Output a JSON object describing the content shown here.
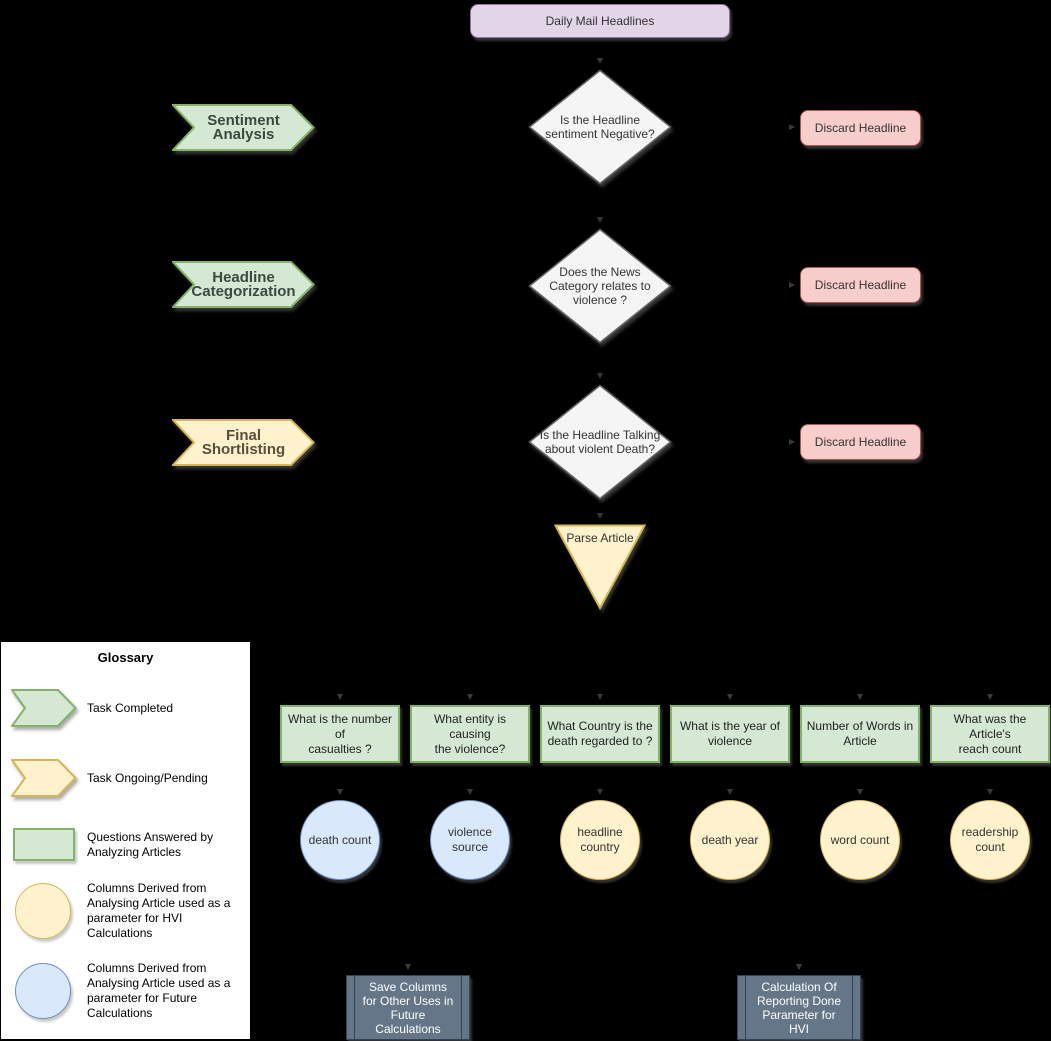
{
  "colors": {
    "bg": "#000000",
    "purple-fill": "#E1D5E7",
    "purple-stroke": "#9673A6",
    "green-fill": "#D5E8D4",
    "green-stroke": "#82B366",
    "yellow-fill": "#FFF2CC",
    "yellow-stroke": "#D6B656",
    "red-fill": "#F8CECC",
    "red-stroke": "#B85450",
    "blue-fill": "#DAE8FC",
    "blue-stroke": "#6C8EBF",
    "gray-fill": "#F5F5F5",
    "gray-stroke": "#666666",
    "slate-fill": "#647687",
    "slate-stroke": "#314354",
    "text": "#333333"
  },
  "root": {
    "label": "Daily Mail Headlines"
  },
  "stages": [
    {
      "label": "Sentiment\nAnalysis",
      "status": "completed"
    },
    {
      "label": "Headline\nCategorization",
      "status": "completed"
    },
    {
      "label": "Final\nShortlisting",
      "status": "ongoing"
    }
  ],
  "decisions": [
    {
      "label": "Is the Headline\nsentiment Negative?"
    },
    {
      "label": "Does the News\nCategory relates to\nviolence ?"
    },
    {
      "label": "Is the Headline Talking\nabout violent Death?"
    }
  ],
  "discard": [
    {
      "label": "Discard Headline"
    },
    {
      "label": "Discard Headline"
    },
    {
      "label": "Discard Headline"
    }
  ],
  "parse": {
    "label": "Parse Article"
  },
  "questions": [
    {
      "label": "What is the number of\ncasualties ?"
    },
    {
      "label": "What entity is causing\nthe violence?"
    },
    {
      "label": "What Country is the\ndeath regarded to ?"
    },
    {
      "label": "What is the year of\nviolence"
    },
    {
      "label": "Number of Words in\nArticle"
    },
    {
      "label": "What was the Article's\nreach count"
    }
  ],
  "columns": [
    {
      "label": "death count",
      "kind": "future"
    },
    {
      "label": "violence\nsource",
      "kind": "future"
    },
    {
      "label": "headline\ncountry",
      "kind": "hvi"
    },
    {
      "label": "death year",
      "kind": "hvi"
    },
    {
      "label": "word count",
      "kind": "hvi"
    },
    {
      "label": "readership\ncount",
      "kind": "hvi"
    }
  ],
  "outputs": [
    {
      "label": "Save Columns\nfor Other Uses in\nFuture\nCalculations"
    },
    {
      "label": "Calculation Of\nReporting Done\nParameter for\nHVI"
    }
  ],
  "glossary": {
    "title": "Glossary",
    "items": [
      {
        "label": "Task Completed",
        "symbol": "green-chevron"
      },
      {
        "label": "Task Ongoing/Pending",
        "symbol": "yellow-chevron"
      },
      {
        "label": "Questions Answered by\nAnalyzing Articles",
        "symbol": "green-rect"
      },
      {
        "label": "Columns Derived from\nAnalysing Article used as a\nparameter for HVI\nCalculations",
        "symbol": "yellow-circle"
      },
      {
        "label": "Columns Derived from\nAnalysing Article used as a\nparameter for Future\nCalculations",
        "symbol": "blue-circle"
      }
    ]
  }
}
